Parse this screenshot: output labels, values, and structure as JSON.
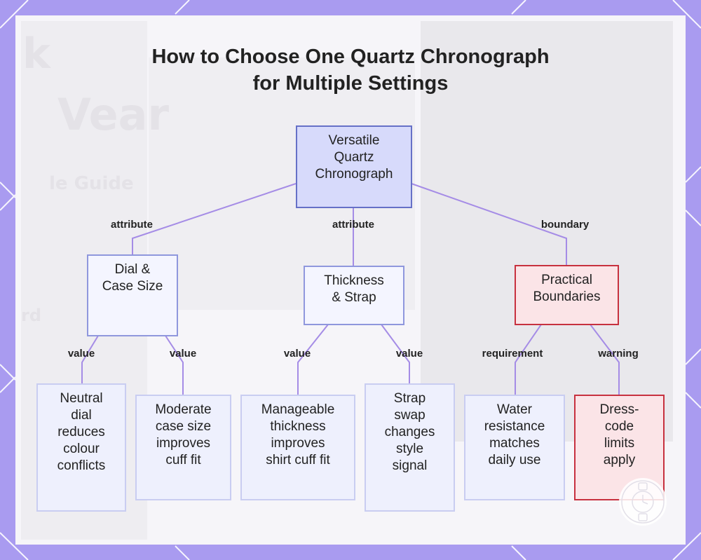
{
  "title": {
    "line1": "How to Choose One Quartz Chronograph",
    "line2": "for Multiple Settings"
  },
  "background_text": {
    "k": "k",
    "wear": "Vear",
    "guide": "le Guide",
    "rd": "rd"
  },
  "nodes": {
    "root": [
      "Versatile",
      "Quartz",
      "Chronograph"
    ],
    "dial": [
      "Dial &",
      "Case Size"
    ],
    "thickness": [
      "Thickness",
      "& Strap"
    ],
    "boundaries": [
      "Practical",
      "Boundaries"
    ],
    "neutral": [
      "Neutral",
      "dial",
      "reduces",
      "colour",
      "conflicts"
    ],
    "moderate": [
      "Moderate",
      "case size",
      "improves",
      "cuff fit"
    ],
    "manageable": [
      "Manageable",
      "thickness",
      "improves",
      "shirt cuff fit"
    ],
    "strap": [
      "Strap",
      "swap",
      "changes",
      "style",
      "signal"
    ],
    "water": [
      "Water",
      "resistance",
      "matches",
      "daily use"
    ],
    "dress": [
      "Dress-",
      "code",
      "limits",
      "apply"
    ]
  },
  "edge_labels": {
    "root_dial": "attribute",
    "root_thickness": "attribute",
    "root_boundaries": "boundary",
    "dial_neutral": "value",
    "dial_moderate": "value",
    "thickness_manageable": "value",
    "thickness_strap": "value",
    "boundaries_water": "requirement",
    "boundaries_dress": "warning"
  },
  "colors": {
    "frame": "#a99bf0",
    "edge": "#a58ce6",
    "root_fill": "#d7dafb",
    "warning_fill": "#fbe4e7",
    "warning_border": "#c7313f"
  },
  "icons": {
    "watermark": "watch-logo-icon"
  }
}
